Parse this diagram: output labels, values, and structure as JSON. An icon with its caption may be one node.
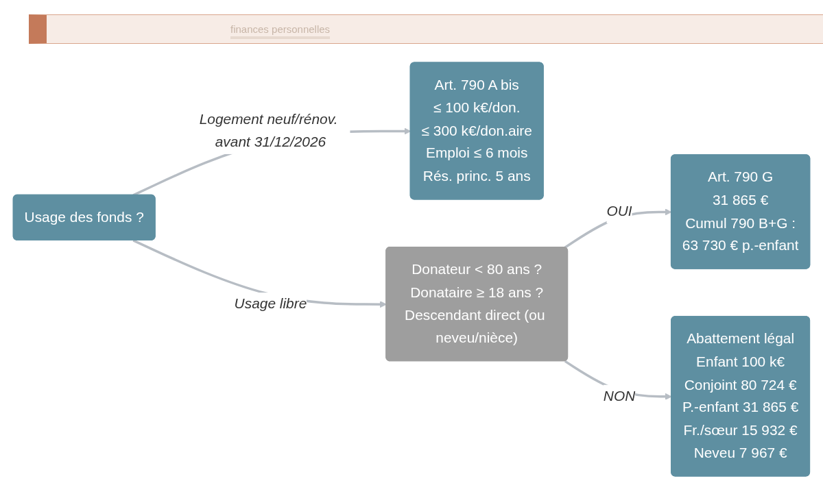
{
  "diagram": {
    "nodes": [
      {
        "text": [
          "Usage des fonds ?"
        ]
      },
      {
        "text": [
          "Art. 790 A bis",
          "≤ 100 k€/don.",
          "≤ 300 k€/don.aire",
          "Emploi ≤ 6 mois",
          "Rés. princ. 5 ans"
        ]
      },
      {
        "text": [
          "Donateur < 80 ans ?",
          "Donataire ≥ 18 ans ?",
          "Descendant direct (ou neveu/nièce)"
        ]
      },
      {
        "text": [
          "Art. 790 G",
          "31 865 €",
          "Cumul 790 B+G :",
          "63 730 € p.-enfant"
        ]
      },
      {
        "text": [
          "Abattement légal",
          "Enfant 100 k€",
          "Conjoint 80 724 €",
          "P.-enfant 31 865 €",
          "Fr./sœur 15 932 €",
          "Neveu 7 967 €"
        ]
      }
    ],
    "edges": [
      {
        "from": 0,
        "to": 1,
        "arrow": "to",
        "label": "Logement neuf/rénov. avant 31/12/2026"
      },
      {
        "from": 0,
        "to": 2,
        "arrow": "to",
        "label": "Usage libre"
      },
      {
        "from": 2,
        "to": 3,
        "arrow": "to",
        "label": "OUI"
      },
      {
        "from": 2,
        "to": 4,
        "arrow": "to",
        "label": "NON"
      }
    ],
    "labels": [
      "finances personnelles"
    ]
  }
}
